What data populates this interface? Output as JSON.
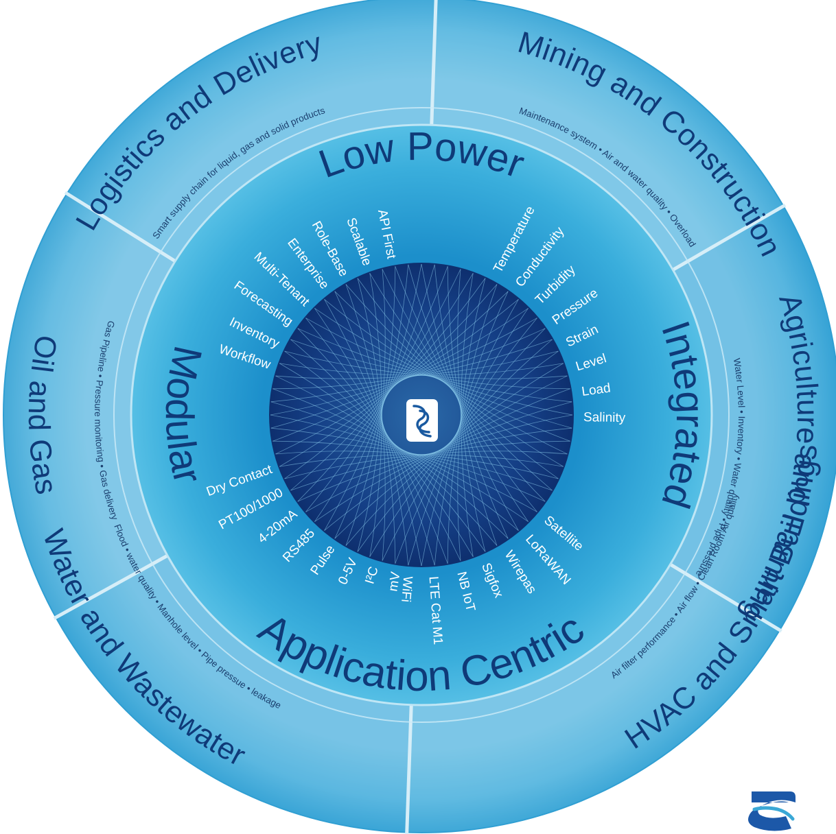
{
  "segments": [
    {
      "title": "Logistics and Delivery",
      "subtitle": "Smart supply chain for liquid, gas and solid products"
    },
    {
      "title": "Mining and Construction",
      "subtitle": "Maintenance system  •  Air and water quality  •  Overload"
    },
    {
      "title": "Agriculture and Farming",
      "subtitle": "Water Level  •  Inventory  •  Water quality  •  Pipe pressure"
    },
    {
      "title": "HVAC and Smart Buildings",
      "subtitle": "Air filter performance  •  Air flow  •  Clean Room Air quality"
    },
    {
      "title": "Water and Wastewater",
      "subtitle": "Flood • water quality • Manhole level • Pipe pressue • leakage"
    },
    {
      "title": "Oil and Gas",
      "subtitle": "Gas Pipeline   •   Pressure monitoring   •   Gas delivery"
    }
  ],
  "themes": {
    "low_power": "Low Power",
    "integrated": "Integrated",
    "application_centric": "Application Centric",
    "modular": "Modular"
  },
  "features": {
    "platform": [
      "API First",
      "Scalable",
      "Role-Base",
      "Enterprise",
      "Multi-Tenant",
      "Forecasting",
      "Inventory",
      "Workflow"
    ],
    "sensors": [
      "Temperature",
      "Conductivity",
      "Turbidity",
      "Pressure",
      "Strain",
      "Level",
      "Load",
      "Salinity"
    ],
    "connectivity": [
      "Satellite",
      "LoRaWAN",
      "Wirepas",
      "Sigfox",
      "NB IoT",
      "LTE Cat M1",
      "WiFi"
    ],
    "inputs": [
      "Dry Contact",
      "PT100/1000",
      "4-20mA",
      "RS485",
      "Pulse",
      "0-5V",
      "I²C",
      "mV"
    ]
  },
  "icons": {
    "center": "wave-logo-icon",
    "corner": "wave-logo-icon"
  },
  "colors": {
    "outer_ring": "#5fb6dd",
    "inner_ring": "#3aa8d6",
    "core": "#123f86",
    "title_text": "#0f3a78",
    "feature_text": "#ffffff"
  }
}
